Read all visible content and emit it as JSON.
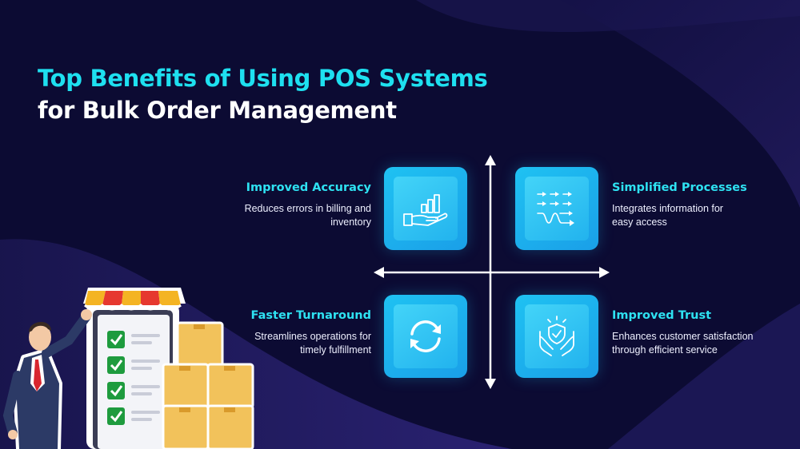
{
  "title": {
    "line1": "Top Benefits of Using POS Systems",
    "line2": "for Bulk Order Management"
  },
  "colors": {
    "background": "#0c0b33",
    "accent_cyan": "#1ee0f0",
    "tile_blue": "#1fb0f0"
  },
  "benefits": [
    {
      "heading": "Improved Accuracy",
      "description": "Reduces errors in billing and inventory",
      "icon": "growth-hand-icon"
    },
    {
      "heading": "Simplified Processes",
      "description": "Integrates information for easy access",
      "icon": "process-flow-icon"
    },
    {
      "heading": "Faster Turnaround",
      "description": "Streamlines operations for timely fulfillment",
      "icon": "refresh-cycle-icon"
    },
    {
      "heading": "Improved Trust",
      "description": "Enhances customer satisfaction through efficient service",
      "icon": "shield-hands-icon"
    }
  ],
  "illustration": {
    "name": "businessman-with-checklist-store-and-boxes"
  }
}
